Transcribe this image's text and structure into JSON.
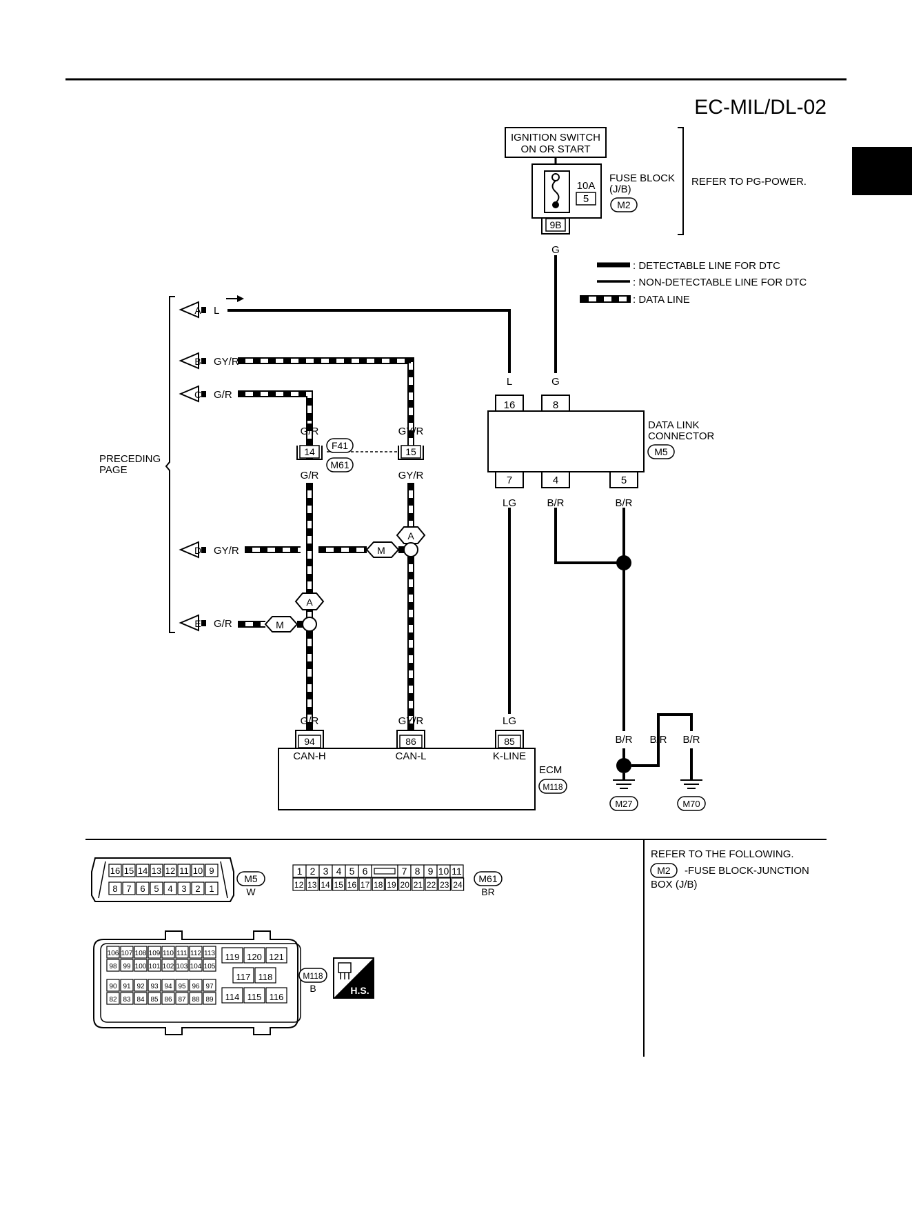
{
  "page": {
    "code": "EC-MIL/DL-02"
  },
  "ignition": {
    "line1": "IGNITION SWITCH",
    "line2": "ON OR START"
  },
  "fuse_block": {
    "label1": "FUSE BLOCK",
    "label2": "(J/B)",
    "amp": "10A",
    "fuse_no": "5",
    "connector": "M2",
    "terminal": "9B",
    "refer": "REFER TO PG-POWER."
  },
  "legend": {
    "detectable": ": DETECTABLE LINE FOR DTC",
    "non_detectable": ": NON-DETECTABLE LINE FOR DTC",
    "data_line": ": DATA LINE"
  },
  "preceding": {
    "line1": "PRECEDING",
    "line2": "PAGE"
  },
  "offpage": {
    "A": {
      "letter": "A",
      "color": "L"
    },
    "B": {
      "letter": "B",
      "color": "GY/R"
    },
    "C": {
      "letter": "C",
      "color": "G/R"
    },
    "D": {
      "letter": "D",
      "color": "GY/R"
    },
    "E": {
      "letter": "E",
      "color": "G/R"
    }
  },
  "wires": {
    "g": "G",
    "l": "L",
    "gr": "G/R",
    "gyr": "GY/R",
    "lg": "LG",
    "br": "B/R"
  },
  "joint_connector": {
    "pin14": "14",
    "pin15": "15",
    "conn1": "F41",
    "conn2": "M61"
  },
  "splice": {
    "a": "A",
    "m": "M"
  },
  "dlc": {
    "label1": "DATA LINK",
    "label2": "CONNECTOR",
    "connector": "M5",
    "pin16": "16",
    "pin8": "8",
    "pin7": "7",
    "pin4": "4",
    "pin5": "5"
  },
  "ecm": {
    "label": "ECM",
    "connector": "M118",
    "pin94": "94",
    "pin86": "86",
    "pin85": "85",
    "can_h": "CAN-H",
    "can_l": "CAN-L",
    "k_line": "K-LINE"
  },
  "grounds": {
    "g1": "M27",
    "g2": "M70"
  },
  "refer_following": {
    "title": "REFER TO THE FOLLOWING.",
    "item_conn": "M2",
    "item_text1": "-FUSE BLOCK-JUNCTION",
    "item_text2": "BOX (J/B)"
  },
  "connector_views": {
    "m5": {
      "name": "M5",
      "color": "W",
      "top": [
        "16",
        "15",
        "14",
        "13",
        "12",
        "11",
        "10",
        "9"
      ],
      "bottom": [
        "8",
        "7",
        "6",
        "5",
        "4",
        "3",
        "2",
        "1"
      ]
    },
    "m61": {
      "name": "M61",
      "color": "BR",
      "top": [
        "1",
        "2",
        "3",
        "4",
        "5",
        "6",
        "",
        "7",
        "8",
        "9",
        "10",
        "11"
      ],
      "bottom": [
        "12",
        "13",
        "14",
        "15",
        "16",
        "17",
        "18",
        "19",
        "20",
        "21",
        "22",
        "23",
        "24"
      ]
    },
    "m118": {
      "name": "M118",
      "color": "B",
      "r1": [
        "106",
        "107",
        "108",
        "109",
        "110",
        "111",
        "112",
        "113"
      ],
      "r2": [
        "98",
        "99",
        "100",
        "101",
        "102",
        "103",
        "104",
        "105"
      ],
      "r3": [
        "90",
        "91",
        "92",
        "93",
        "94",
        "95",
        "96",
        "97"
      ],
      "r4": [
        "82",
        "83",
        "84",
        "85",
        "86",
        "87",
        "88",
        "89"
      ],
      "right_top": [
        "119",
        "120",
        "121"
      ],
      "right_mid": [
        "117",
        "118"
      ],
      "right_bot": [
        "114",
        "115",
        "116"
      ],
      "hs": "H.S."
    }
  }
}
